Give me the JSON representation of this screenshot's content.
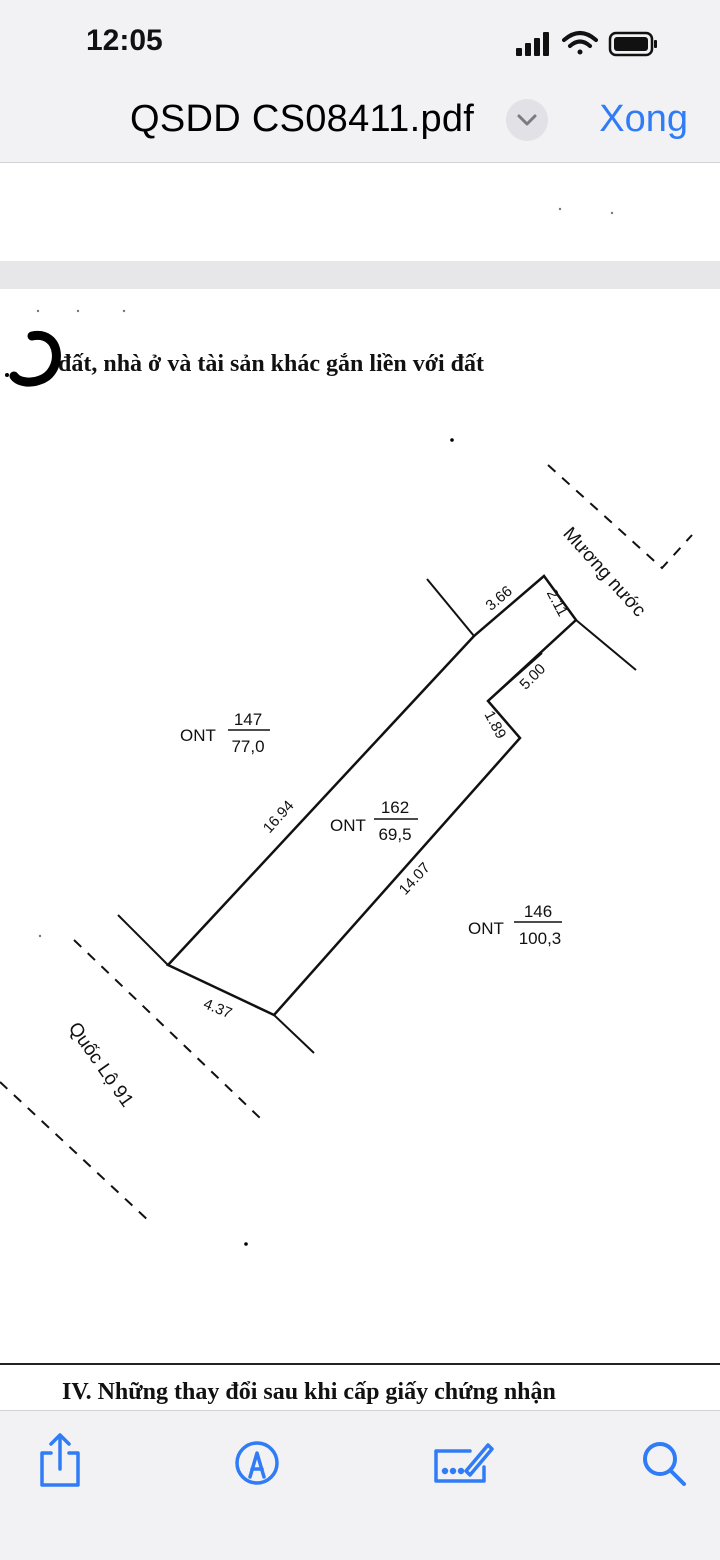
{
  "status_bar": {
    "time": "12:05"
  },
  "nav": {
    "title": "QSDD CS08411.pdf",
    "done_label": "Xong"
  },
  "document": {
    "heading": "đất, nhà ở và tài sản khác gắn liền với đất",
    "bottom_heading": "IV. Những thay đổi sau khi cấp giấy chứng nhận",
    "map": {
      "road_label": "Quốc Lộ 91",
      "canal_label": "Mương nước",
      "parcels": [
        {
          "code": "ONT",
          "number": "147",
          "area": "77,0"
        },
        {
          "code": "ONT",
          "number": "162",
          "area": "69,5"
        },
        {
          "code": "ONT",
          "number": "146",
          "area": "100,3"
        }
      ],
      "edges": [
        "3.66",
        "2.11",
        "5.00",
        "1.89",
        "16.94",
        "14.07",
        "4.37"
      ]
    }
  },
  "toolbar": {
    "share_icon": "share-icon",
    "markup_icon": "markup-pen-icon",
    "signature_icon": "signature-icon",
    "search_icon": "search-icon"
  },
  "colors": {
    "accent": "#2f7cf6",
    "background": "#f2f2f4"
  }
}
